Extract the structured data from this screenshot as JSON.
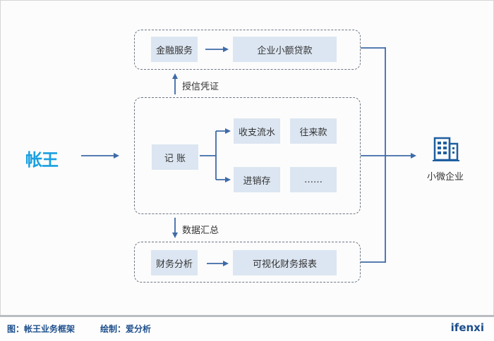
{
  "diagram": {
    "source_logo": "帐王",
    "top_group": {
      "nodes": [
        "金融服务",
        "企业小额贷款"
      ]
    },
    "edge_up_label": "授信凭证",
    "middle_group": {
      "root": "记 账",
      "children": [
        "收支流水",
        "往来款",
        "进销存",
        "……"
      ]
    },
    "edge_down_label": "数据汇总",
    "bottom_group": {
      "nodes": [
        "财务分析",
        "可视化财务报表"
      ]
    },
    "target": {
      "icon": "building-icon",
      "label": "小微企业"
    },
    "colors": {
      "node_fill": "#dce6f2",
      "arrow": "#3e6aa8",
      "logo": "#1aa0e0",
      "footer_text": "#1e4f8c"
    }
  },
  "footer": {
    "caption": "图：帐王业务框架",
    "credit": "绘制：爱分析",
    "brand": "ifenxi"
  }
}
